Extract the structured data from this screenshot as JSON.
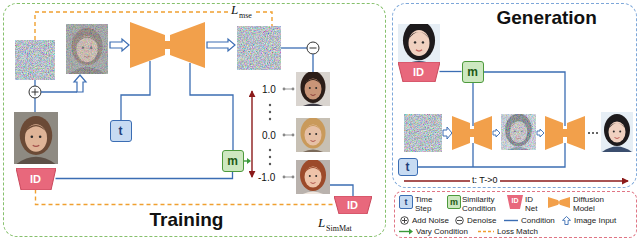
{
  "diagram": {
    "nodes": [
      {
        "text": [
          "Training"
        ]
      },
      {
        "text": [
          "ID"
        ],
        "in": 0
      },
      {
        "text": [
          "t"
        ],
        "in": 0
      },
      {
        "text": [
          "m"
        ],
        "in": 0
      },
      {
        "text": [
          "ID"
        ],
        "in": 0
      },
      {
        "text": [
          "Generation"
        ]
      },
      {
        "text": [
          "ID"
        ],
        "in": 5
      },
      {
        "text": [
          "m"
        ],
        "in": 5
      },
      {
        "text": [
          "t"
        ],
        "in": 5
      }
    ],
    "edges": [
      {
        "from": 1,
        "to": 3,
        "arrow": "none"
      },
      {
        "from": 1,
        "to": 4,
        "arrow": "none"
      },
      {
        "from": 6,
        "to": 7,
        "arrow": "none"
      }
    ],
    "labels": [
      "L",
      "mse",
      "1.0",
      "0.0",
      "-1.0",
      "L",
      "SimMat",
      "t: T->0",
      "t",
      "m",
      "ID"
    ],
    "legend": [
      {
        "text": "Time Step",
        "color": "#c7dbf2"
      },
      {
        "text": "Similarity Condition",
        "color": "#cde8c0"
      },
      {
        "text": "ID Net",
        "color": "#e8687c"
      },
      {
        "text": "Diffusion Model"
      },
      {
        "text": "Add Noise"
      },
      {
        "text": "Denoise"
      },
      {
        "text": "Condition"
      },
      {
        "text": "Image Input"
      },
      {
        "text": "Vary Condition"
      },
      {
        "text": "Loss Match"
      }
    ]
  }
}
